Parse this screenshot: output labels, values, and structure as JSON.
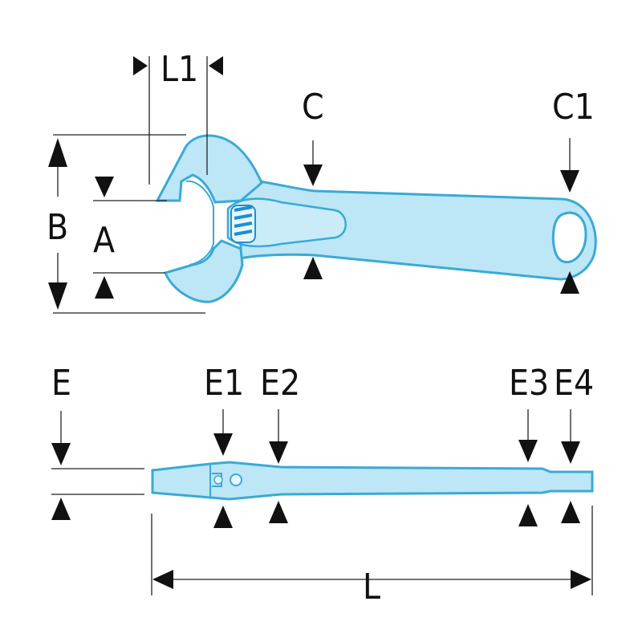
{
  "labels": {
    "L1": "L1",
    "C": "C",
    "C1": "C1",
    "B": "B",
    "A": "A",
    "E": "E",
    "E1": "E1",
    "E2": "E2",
    "E3": "E3",
    "E4": "E4",
    "L": "L"
  },
  "colors": {
    "wrench_fill": "#bde6f6",
    "wrench_stroke": "#39aad6",
    "worm_screw": "#1d8fd0",
    "dimension_lines": "#222222"
  }
}
